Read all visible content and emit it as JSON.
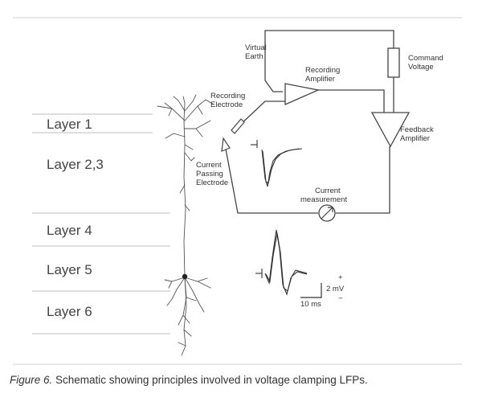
{
  "layers": [
    "Layer 1",
    "Layer 2,3",
    "Layer 4",
    "Layer 5",
    "Layer 6"
  ],
  "labels": {
    "virtual_earth": [
      "Virtual",
      "Earth"
    ],
    "recording_amplifier": [
      "Recording",
      "Amplifier"
    ],
    "command_voltage": [
      "Command",
      "Voltage"
    ],
    "recording_electrode": [
      "Recording",
      "Electrode"
    ],
    "feedback_amplifier": [
      "Feedback",
      "Amplifier"
    ],
    "current_passing_electrode": [
      "Current",
      "Passing",
      "Electrode"
    ],
    "current_measurement": [
      "Current",
      "measurement"
    ]
  },
  "scale_bar": {
    "voltage": "2 mV",
    "time": "10 ms",
    "plus": "+",
    "minus": "−"
  },
  "caption": {
    "figure_number": "Figure 6.",
    "text": " Schematic showing principles involved in voltage clamping LFPs."
  }
}
